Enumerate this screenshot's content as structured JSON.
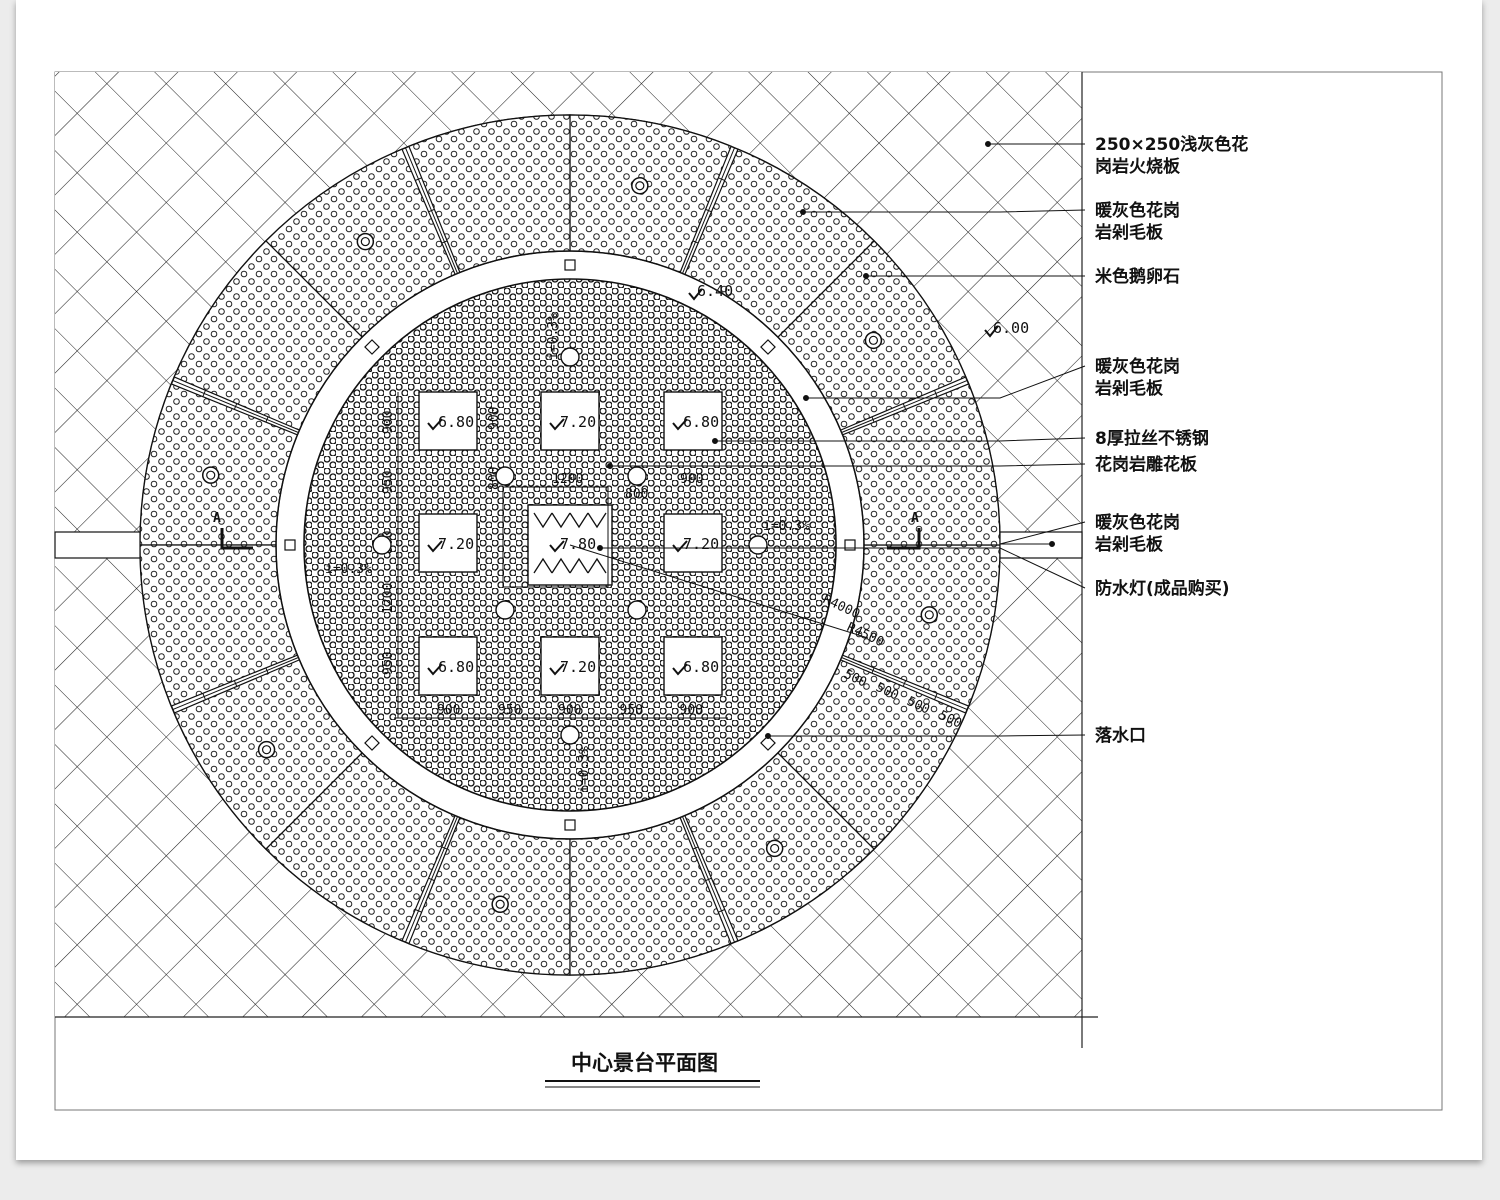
{
  "title": "中心景台平面图",
  "notes": [
    {
      "id": "granite-flamed",
      "lines": [
        "250×250浅灰色花",
        "岗岩火烧板"
      ]
    },
    {
      "id": "warm-gray-granite-1",
      "lines": [
        "暖灰色花岗",
        "岩剁毛板"
      ]
    },
    {
      "id": "beige-pebbles",
      "lines": [
        "米色鹅卵石"
      ]
    },
    {
      "id": "warm-gray-granite-2",
      "lines": [
        "暖灰色花岗",
        "岩剁毛板"
      ]
    },
    {
      "id": "brushed-steel",
      "lines": [
        "8厚拉丝不锈钢"
      ]
    },
    {
      "id": "carved-granite",
      "lines": [
        "花岗岩雕花板"
      ]
    },
    {
      "id": "warm-gray-granite-3",
      "lines": [
        "暖灰色花岗",
        "岩剁毛板"
      ]
    },
    {
      "id": "waterproof-light",
      "lines": [
        "防水灯(成品购买)"
      ]
    },
    {
      "id": "drain",
      "lines": [
        "落水口"
      ]
    }
  ],
  "levels": {
    "outer": "6.00",
    "ring": "6.40",
    "grid": [
      "6.80",
      "7.20",
      "6.80",
      "7.20",
      "7.80",
      "7.20",
      "6.80",
      "7.20",
      "6.80"
    ]
  },
  "slopes": [
    "i=0.3%",
    "i=0.3%",
    "i=0.3%",
    "i=0.3%"
  ],
  "radii": [
    "R4000",
    "R4500"
  ],
  "dims": {
    "horizontal": [
      "900",
      "950",
      "900",
      "950",
      "900"
    ],
    "vertical": [
      "900",
      "950",
      "800",
      "1200",
      "950",
      "900"
    ],
    "inner_vertical": [
      "900",
      "800"
    ],
    "inner_h": [
      "1200",
      "800",
      "900"
    ],
    "ring_steps": [
      "500",
      "500",
      "500",
      "500"
    ]
  },
  "section_mark": "A"
}
